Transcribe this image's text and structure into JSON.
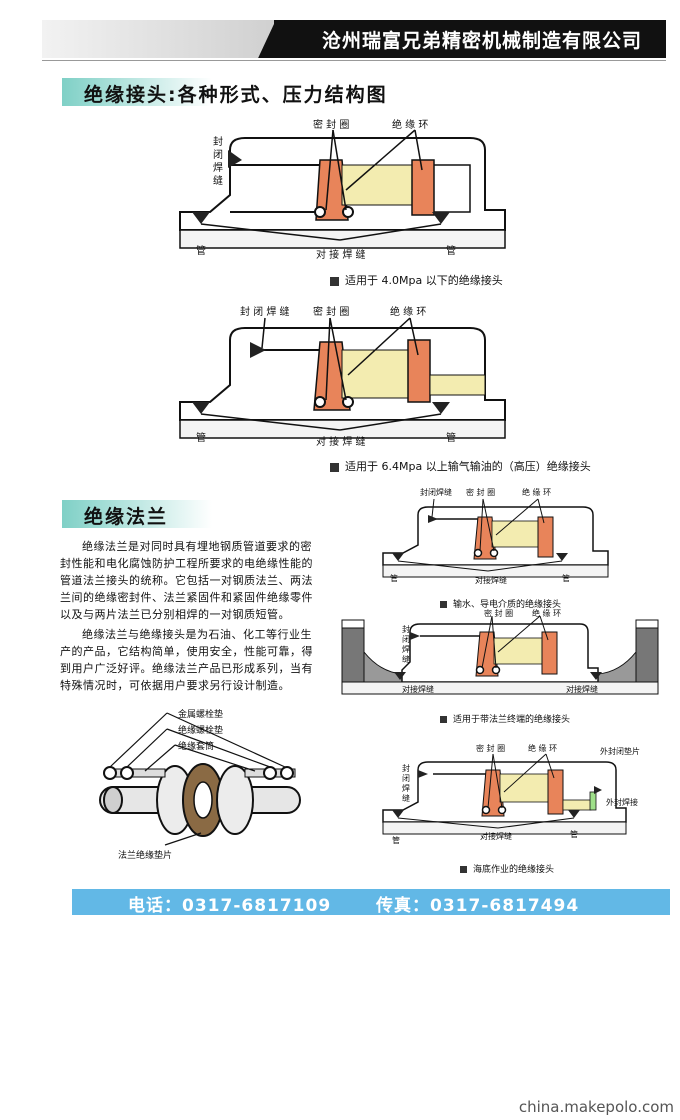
{
  "header": {
    "company": "沧州瑞富兄弟精密机械制造有限公司"
  },
  "section1": {
    "title": "绝缘接头:各种形式、压力结构图",
    "diagram1": {
      "seal_ring": "密 封 圈",
      "insulation_ring": "绝 缘 环",
      "closed_weld_vertical": "封闭焊缝",
      "pipe_left": "管",
      "butt_weld": "对 接 焊 缝",
      "pipe_right": "管",
      "caption": "适用于 4.0Mpa 以下的绝缘接头"
    },
    "diagram2": {
      "closed_weld": "封 闭 焊 缝",
      "seal_ring": "密 封 圈",
      "insulation_ring": "绝 缘 环",
      "pipe_left": "管",
      "butt_weld": "对 接 焊 缝",
      "pipe_right": "管",
      "caption": "适用于 6.4Mpa 以上输气输油的（高压）绝缘接头"
    }
  },
  "section2": {
    "title": "绝缘法兰",
    "paragraphs": [
      "绝缘法兰是对同时具有埋地钢质管道要求的密封性能和电化腐蚀防护工程所要求的电绝缘性能的管道法兰接头的统称。它包括一对钢质法兰、两法兰间的绝缘密封件、法兰紧固件和紧固件绝缘零件以及与两片法兰已分别相焊的一对钢质短管。",
      "绝缘法兰与绝缘接头是为石油、化工等行业生产的产品，它结构简单，使用安全，性能可靠，得到用户广泛好评。绝缘法兰产品已形成系列，当有特殊情况时，可依据用户要求另行设计制造。"
    ],
    "flange_illustration": {
      "metal_bolt_pad": "金属螺栓垫",
      "insulated_bolt_pad": "绝缘螺栓垫",
      "insulated_sleeve": "绝缘套筒",
      "flange_gasket": "法兰绝缘垫片"
    },
    "diagram3": {
      "closed_weld": "封闭焊缝",
      "seal_ring": "密 封 圈",
      "insulation_ring": "绝 缘 环",
      "pipe_left": "管",
      "butt_weld": "对接焊缝",
      "pipe_right": "管",
      "caption": "输水、导电介质的绝缘接头"
    },
    "diagram4": {
      "seal_ring": "密 封 圈",
      "insulation_ring": "绝 缘 环",
      "closed_weld_vertical": "封闭焊缝",
      "butt_weld_left": "对接焊缝",
      "butt_weld_right": "对接焊缝",
      "caption": "适用于带法兰终端的绝缘接头"
    },
    "diagram5": {
      "seal_ring": "密 封 圈",
      "insulation_ring": "绝 缘 环",
      "outer_gasket": "外封闭垫片",
      "outer_weld": "外封焊接",
      "closed_weld_vertical": "封闭焊缝",
      "pipe_left": "管",
      "butt_weld": "对接焊缝",
      "pipe_right": "管",
      "caption": "海底作业的绝缘接头"
    }
  },
  "footer": {
    "phone": "电话：0317-6817109",
    "fax": "传真：0317-6817494"
  },
  "watermark": "china.makepolo.com",
  "colors": {
    "header_bg": "#111111",
    "title_stripe": "#7fd0c6",
    "seal_orange": "#e8845a",
    "insulation_yellow": "#f3ecb0",
    "footer_blue": "#62b8e6"
  }
}
